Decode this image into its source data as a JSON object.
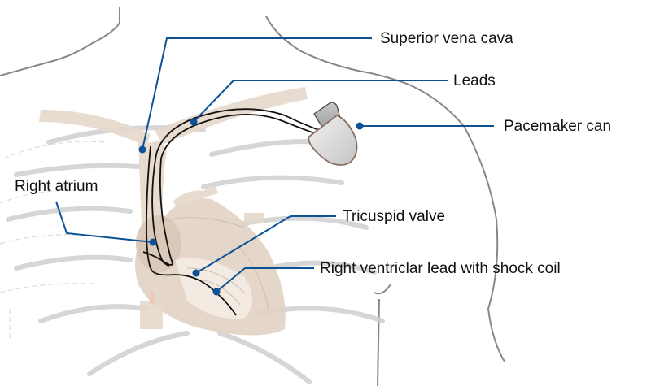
{
  "title": "Implantable cardioverter-defibrillator placement",
  "colors": {
    "leader": "#0d5296",
    "lead_wire": "#111111",
    "tissue": "#e3d5c8",
    "outline": "#888888",
    "rib": "#c8c8c8",
    "device_fill": "#dcdcdc",
    "device_edge": "#8a6f60"
  },
  "labels": [
    {
      "id": "svc",
      "text": "Superior vena cava"
    },
    {
      "id": "leads",
      "text": "Leads"
    },
    {
      "id": "can",
      "text": "Pacemaker can"
    },
    {
      "id": "ra",
      "text": "Right atrium"
    },
    {
      "id": "tv",
      "text": "Tricuspid valve"
    },
    {
      "id": "rv",
      "text": "Right ventriclar lead with shock coil"
    }
  ]
}
